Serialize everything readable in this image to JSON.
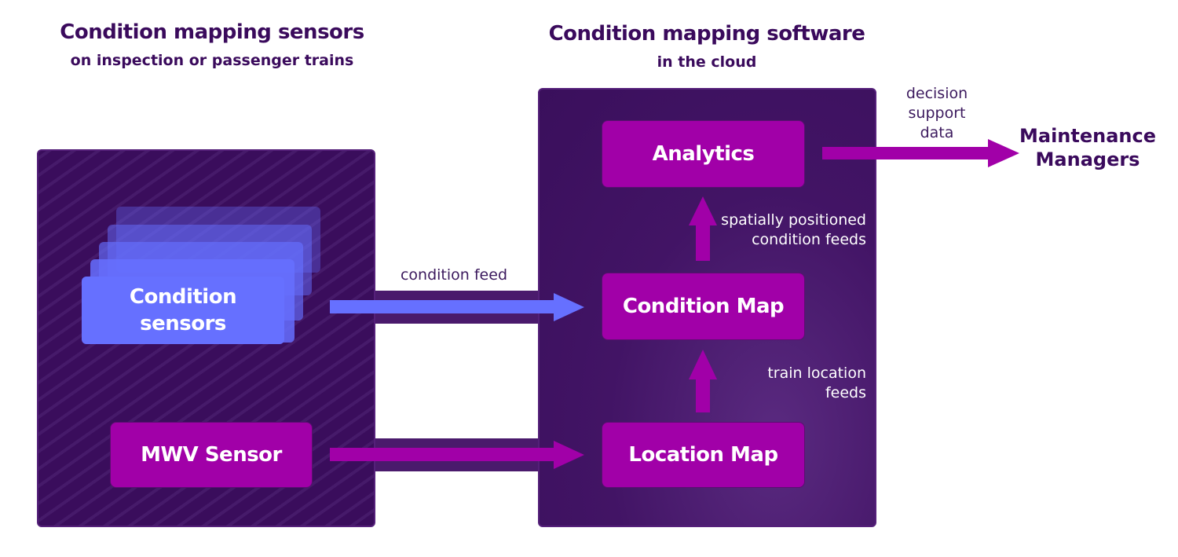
{
  "left_section": {
    "title": "Condition mapping sensors",
    "subtitle": "on inspection or passenger trains"
  },
  "right_section": {
    "title": "Condition mapping software",
    "subtitle": "in the cloud"
  },
  "nodes": {
    "condition_sensors": "Condition sensors",
    "mwv_sensor": "MWV Sensor",
    "analytics": "Analytics",
    "condition_map": "Condition Map",
    "location_map": "Location Map",
    "maintenance_managers": "Maintenance Managers"
  },
  "edges": {
    "condition_feed": "condition feed",
    "spatial_feeds": "spatially positioned condition feeds",
    "train_location": "train location feeds",
    "decision_support": "decision support data"
  },
  "colors": {
    "title": "#3a0a5c",
    "panel": "#3c0f60",
    "magenta": "#a100a8",
    "blue": "#6670ff"
  }
}
